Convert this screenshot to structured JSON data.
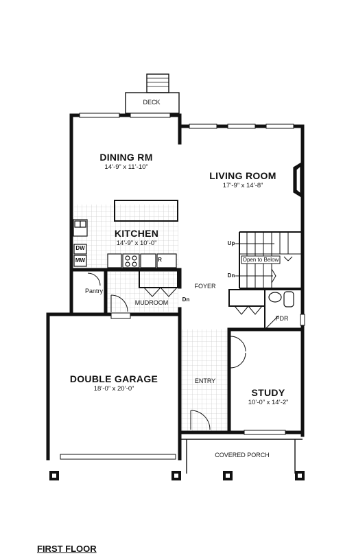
{
  "plan": {
    "floor_label": "FIRST FLOOR",
    "rooms": {
      "deck": {
        "name": "DECK"
      },
      "dining": {
        "name": "DINING RM",
        "dims": "14’-9” x 11’-10”"
      },
      "living": {
        "name": "LIVING ROOM",
        "dims": "17’-9” x 14’-8”"
      },
      "kitchen": {
        "name": "KITCHEN",
        "dims": "14’-9” x 10’-0”"
      },
      "pantry": {
        "name": "Pantry"
      },
      "mudroom": {
        "name": "MUDROOM"
      },
      "foyer": {
        "name": "FOYER"
      },
      "pdr": {
        "name": "PDR"
      },
      "garage": {
        "name": "DOUBLE GARAGE",
        "dims": "18’-0” x 20’-0”"
      },
      "entry": {
        "name": "ENTRY"
      },
      "study": {
        "name": "STUDY",
        "dims": "10’-0” x 14’-2”"
      },
      "porch": {
        "name": "COVERED PORCH"
      }
    },
    "annotations": {
      "up": "Up",
      "dn_stair": "Dn",
      "dn_mud": "Dn",
      "open_to_below": "Open to Below",
      "dw": "DW",
      "mw": "MW",
      "refrigerator": "R"
    }
  }
}
